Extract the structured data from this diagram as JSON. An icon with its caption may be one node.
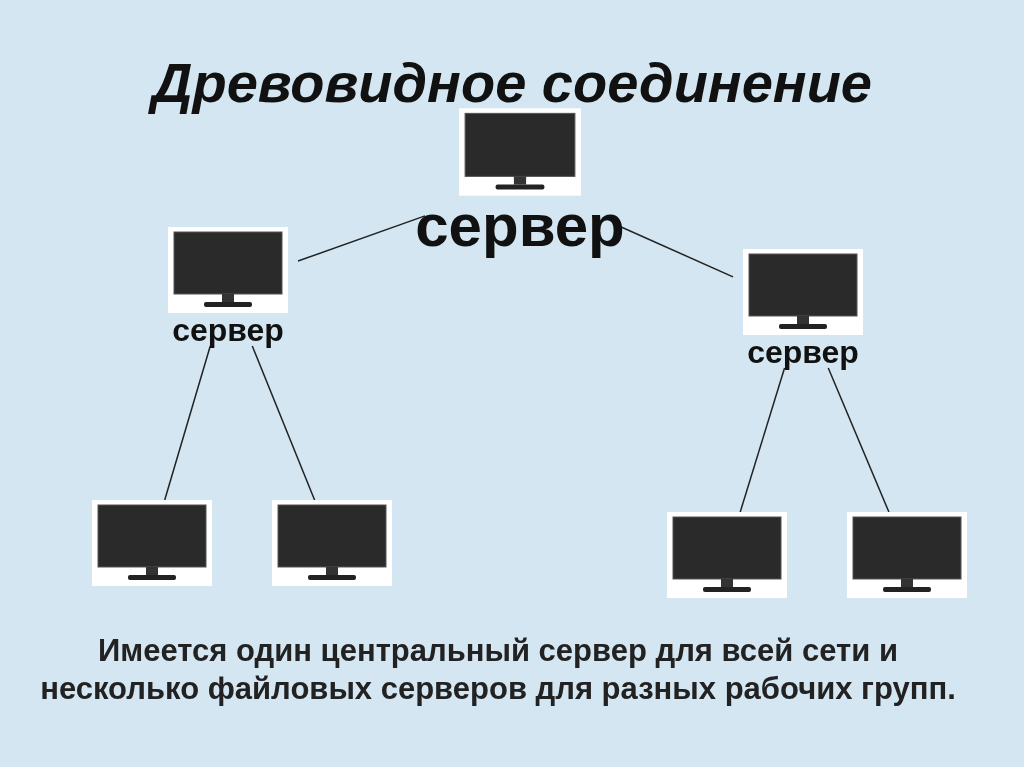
{
  "diagram": {
    "title": "Древовидное соединение",
    "nodes": [
      {
        "text": [
          "сервер"
        ]
      },
      {
        "text": [
          "сервер"
        ]
      },
      {
        "text": [
          "сервер"
        ]
      },
      {
        "text": [],
        "shape": "monitor"
      },
      {
        "text": [],
        "shape": "monitor"
      },
      {
        "text": [],
        "shape": "monitor"
      },
      {
        "text": [],
        "shape": "monitor"
      }
    ],
    "edges": [
      {
        "from": 0,
        "to": 1,
        "arrow": "none"
      },
      {
        "from": 0,
        "to": 2,
        "arrow": "none"
      },
      {
        "from": 1,
        "to": 3,
        "arrow": "none"
      },
      {
        "from": 1,
        "to": 4,
        "arrow": "none"
      },
      {
        "from": 2,
        "to": 5,
        "arrow": "none"
      },
      {
        "from": 2,
        "to": 6,
        "arrow": "none"
      }
    ],
    "caption": "Имеется один центральный сервер для всей сети и несколько файловых серверов для разных рабочих групп."
  }
}
